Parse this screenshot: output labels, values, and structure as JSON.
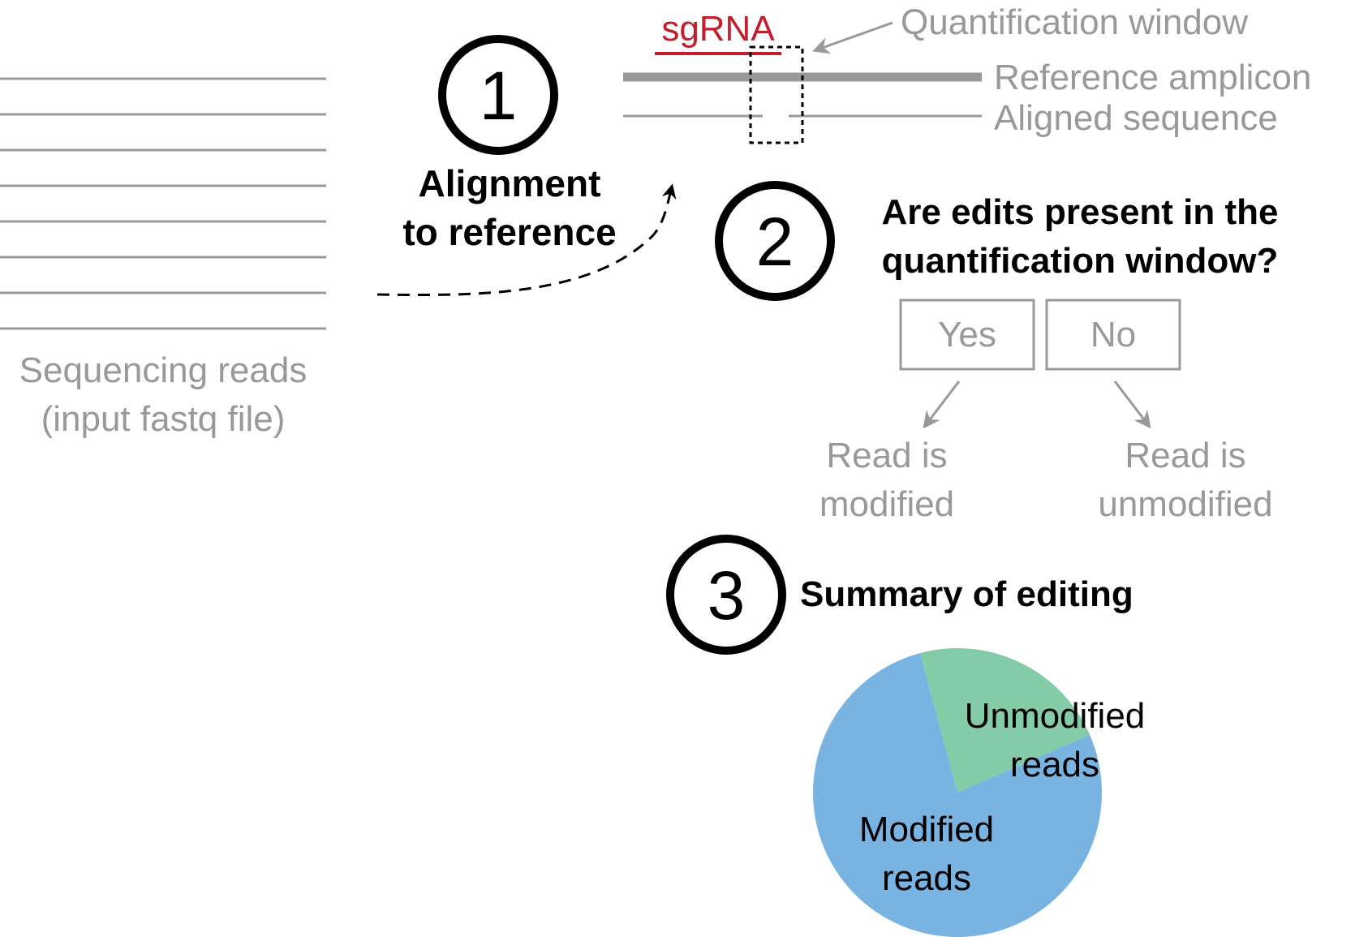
{
  "reads": {
    "label_line1": "Sequencing reads",
    "label_line2": "(input fastq file)"
  },
  "step1": {
    "number": "1",
    "title_line1": "Alignment",
    "title_line2": "to reference"
  },
  "alignment": {
    "sgrna_label": "sgRNA",
    "quant_window_label": "Quantification window",
    "reference_label": "Reference amplicon",
    "aligned_label": "Aligned sequence"
  },
  "step2": {
    "number": "2",
    "question_line1": "Are edits present in the",
    "question_line2": "quantification window?",
    "yes_label": "Yes",
    "no_label": "No",
    "yes_result_line1": "Read is",
    "yes_result_line2": "modified",
    "no_result_line1": "Read is",
    "no_result_line2": "unmodified"
  },
  "step3": {
    "number": "3",
    "title": "Summary of editing"
  },
  "chart_data": {
    "type": "pie",
    "slices": [
      {
        "label": "Unmodified reads",
        "label_line1": "Unmodified",
        "label_line2": "reads",
        "value": 0.226,
        "color": "#84cba7"
      },
      {
        "label": "Modified reads",
        "label_line1": "Modified",
        "label_line2": "reads",
        "value": 0.774,
        "color": "#79b3e1"
      }
    ],
    "start_angle_deg": -15
  },
  "colors": {
    "gray": "#999999",
    "sgrna_red": "#c0202d",
    "black": "#000000"
  }
}
